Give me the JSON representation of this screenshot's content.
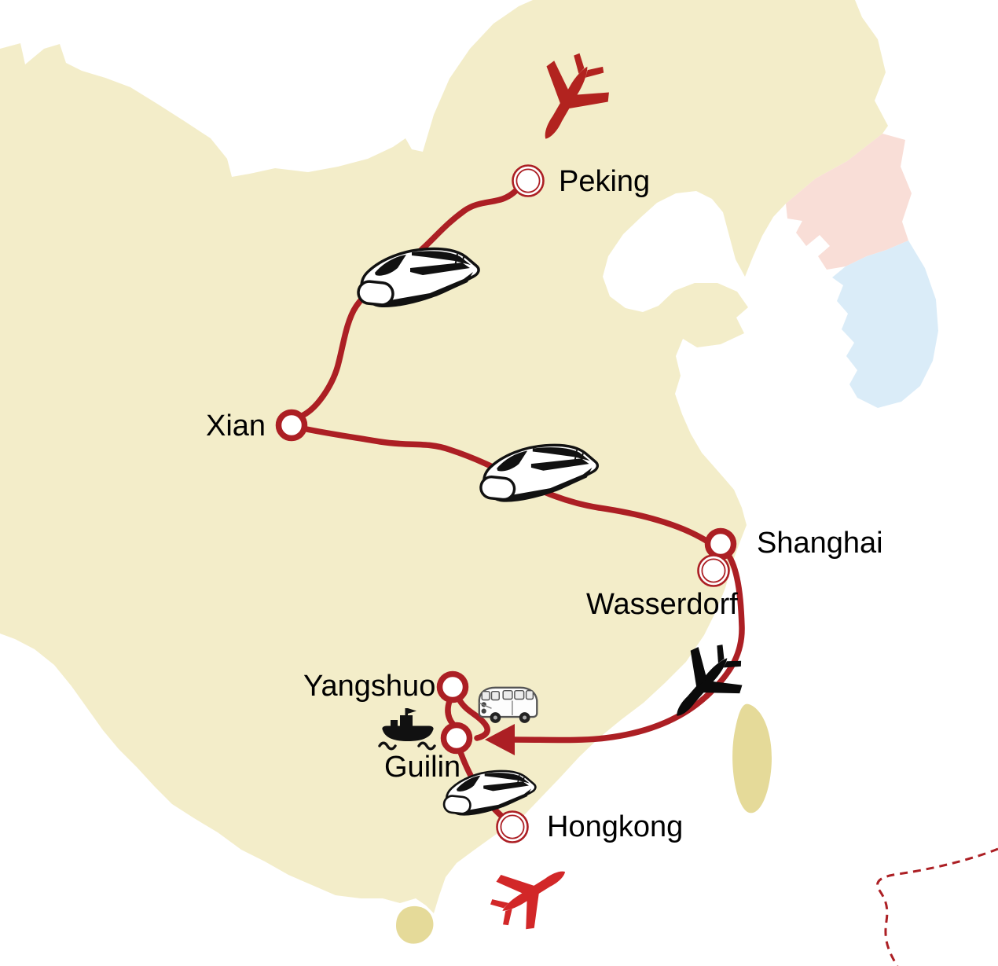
{
  "map": {
    "description": "Stylized China travel route map",
    "stops": [
      {
        "label": "Peking",
        "marker": "double-ring"
      },
      {
        "label": "Xian",
        "marker": "bold-ring"
      },
      {
        "label": "Shanghai",
        "marker": "bold-ring"
      },
      {
        "label": "Wasserdorf",
        "marker": "double-ring"
      },
      {
        "label": "Yangshuo",
        "marker": "bold-ring"
      },
      {
        "label": "Guilin",
        "marker": "bold-ring"
      },
      {
        "label": "Hongkong",
        "marker": "double-ring"
      }
    ],
    "transport_icons": [
      {
        "name": "airplane-icon",
        "variant": "dark-red",
        "location": "north-of-peking"
      },
      {
        "name": "train-icon",
        "variant": "highspeed",
        "location": "between-peking-and-xian"
      },
      {
        "name": "train-icon",
        "variant": "highspeed",
        "location": "between-xian-and-shanghai"
      },
      {
        "name": "airplane-icon",
        "variant": "black",
        "location": "between-shanghai-and-guilin"
      },
      {
        "name": "bus-icon",
        "variant": "van",
        "location": "near-yangshuo"
      },
      {
        "name": "boat-icon",
        "variant": "ship",
        "location": "near-guilin"
      },
      {
        "name": "train-icon",
        "variant": "highspeed",
        "location": "between-guilin-and-hongkong"
      },
      {
        "name": "airplane-icon",
        "variant": "red",
        "location": "south-of-hongkong"
      }
    ],
    "route_segments": [
      "Peking-Xian",
      "Xian-Shanghai",
      "Shanghai-Guilin(arrow)",
      "Yangshuo-Guilin-loop",
      "Guilin-Hongkong"
    ],
    "colors": {
      "sea": "#ffffff",
      "china_land": "#f3edc9",
      "small_islands": "#e5da99",
      "north_korea": "#f9ded7",
      "south_korea": "#daecf8",
      "route": "#ac1f24",
      "airplane_red": "#d22728",
      "airplane_dark_red": "#b2231f",
      "airplane_black": "#0b0b0b",
      "label_text": "#000000"
    }
  }
}
